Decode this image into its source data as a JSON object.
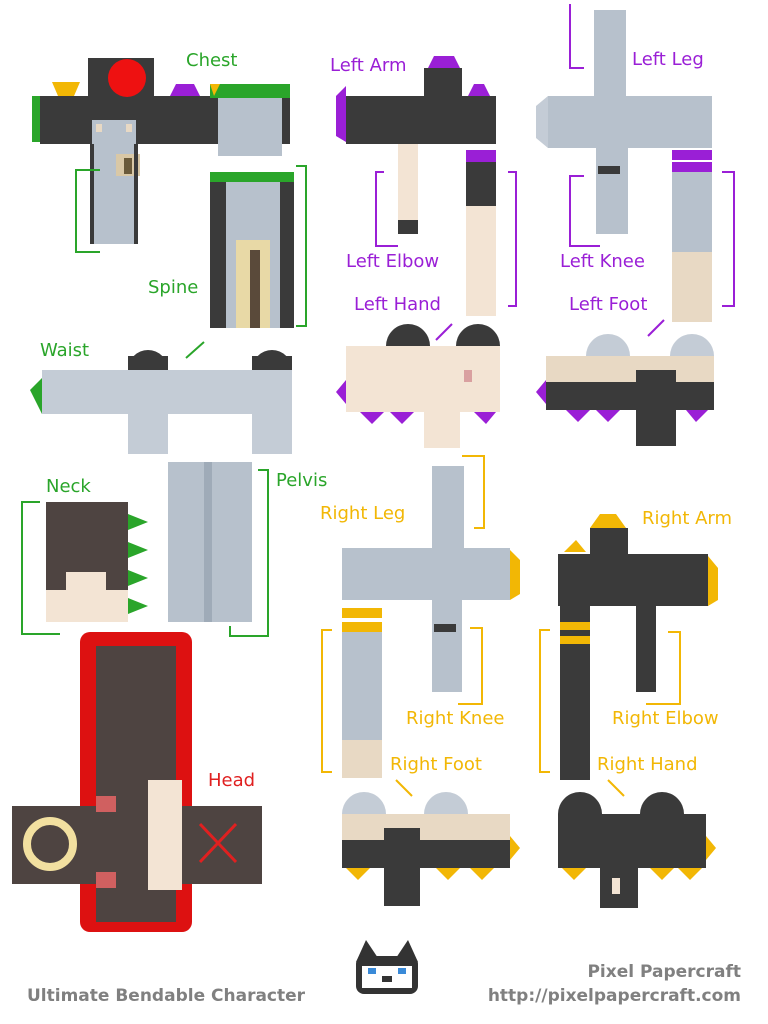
{
  "labels": {
    "chest": "Chest",
    "spine": "Spine",
    "waist": "Waist",
    "neck": "Neck",
    "pelvis": "Pelvis",
    "head": "Head",
    "left_arm": "Left Arm",
    "left_elbow": "Left Elbow",
    "left_hand": "Left Hand",
    "left_leg": "Left Leg",
    "left_knee": "Left Knee",
    "left_foot": "Left Foot",
    "right_leg": "Right Leg",
    "right_knee": "Right Knee",
    "right_foot": "Right Foot",
    "right_arm": "Right Arm",
    "right_elbow": "Right Elbow",
    "right_hand": "Right Hand"
  },
  "footer": {
    "title": "Ultimate Bendable Character",
    "brand": "Pixel Papercraft",
    "url": "http://pixelpapercraft.com"
  },
  "colors": {
    "torso_group": "#2aa52a",
    "left_group": "#9a1fd6",
    "right_group": "#f2b705",
    "head_group": "#e02020",
    "jacket": "#3a3a3a",
    "overalls": "#b7c1cc",
    "skin": "#f3e4d4",
    "hair": "#4e4441"
  },
  "icons": {
    "logo": "wolf-face-icon",
    "head_mark": "red-x-icon"
  }
}
